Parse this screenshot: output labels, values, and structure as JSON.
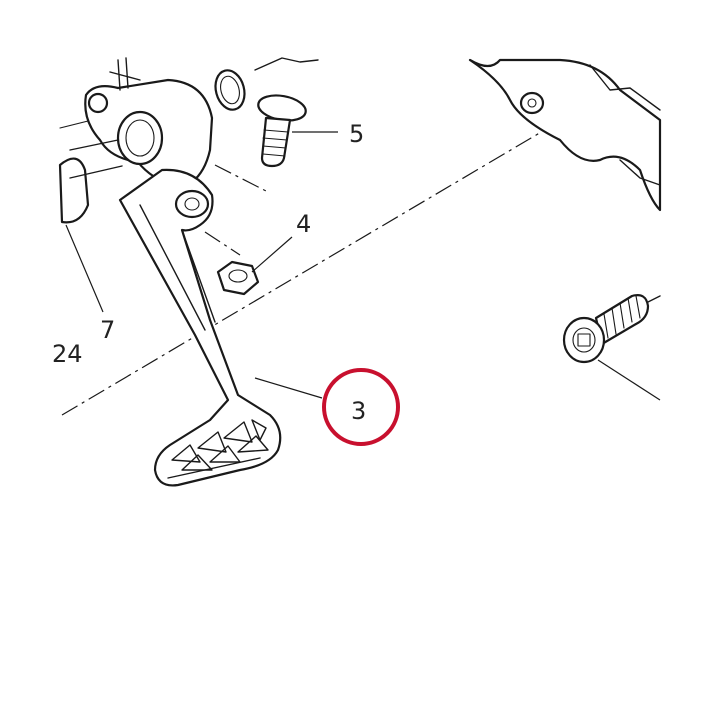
{
  "callouts": {
    "c3": "3",
    "c4": "4",
    "c5": "5",
    "c7": "7",
    "c24": "24"
  },
  "colors": {
    "highlight": "#c8102e",
    "ink": "#1a1a1a",
    "background": "#ffffff"
  }
}
